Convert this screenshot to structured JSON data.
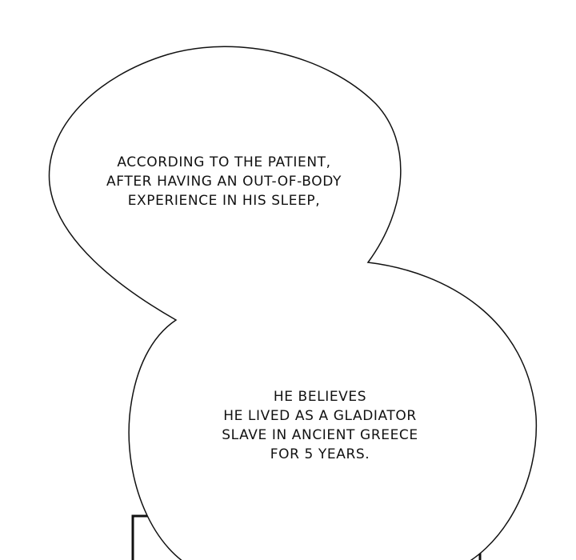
{
  "bubbles": [
    {
      "lines": [
        "ACCORDING TO THE PATIENT,",
        "AFTER HAVING AN OUT-OF-BODY",
        "EXPERIENCE IN HIS SLEEP,"
      ]
    },
    {
      "lines": [
        "HE BELIEVES",
        "HE LIVED AS A GLADIATOR",
        "SLAVE IN ANCIENT GREECE",
        "FOR 5 YEARS."
      ]
    }
  ],
  "colors": {
    "background": "#ffffff",
    "outline": "#111111",
    "text": "#111111"
  }
}
